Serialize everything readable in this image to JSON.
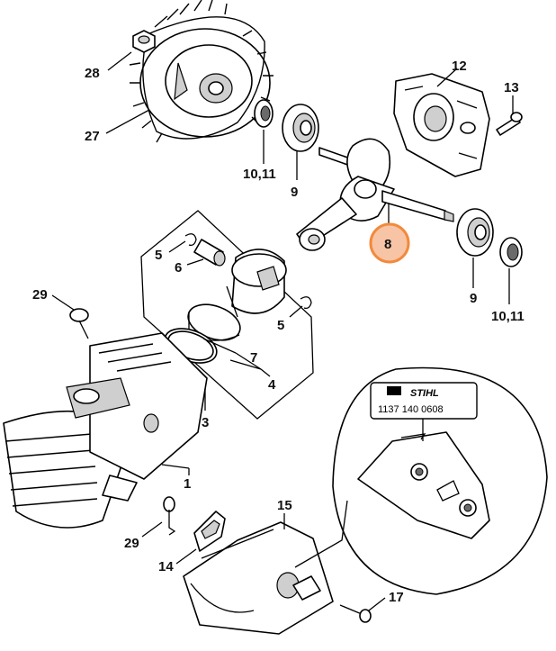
{
  "diagram": {
    "callouts": {
      "c1": "1",
      "c3": "3",
      "c4": "4",
      "c5a": "5",
      "c5b": "5",
      "c6": "6",
      "c7": "7",
      "c8": "8",
      "c9a": "9",
      "c9b": "9",
      "c1011a": "10,11",
      "c1011b": "10,11",
      "c12": "12",
      "c13": "13",
      "c14": "14",
      "c15": "15",
      "c17": "17",
      "c27": "27",
      "c28": "28",
      "c29a": "29",
      "c29b": "29"
    },
    "highlight_color": "#f7c4a6",
    "highlight_stroke": "#f28a3c",
    "label": {
      "brand": "STIHL",
      "part_number": "1137 140 0608"
    }
  }
}
